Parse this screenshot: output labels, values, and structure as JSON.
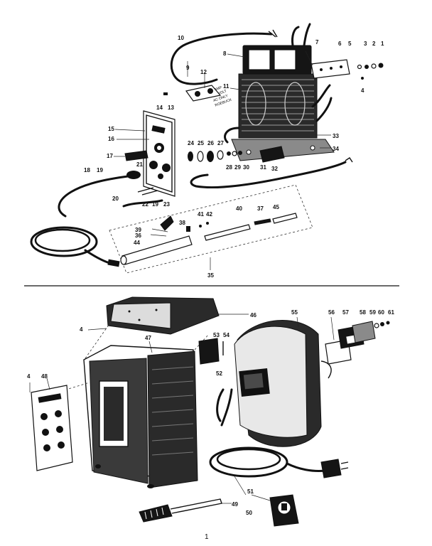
{
  "page_number": "1",
  "colors": {
    "ink": "#111111",
    "paper": "#ffffff"
  },
  "upper_assembly": {
    "part_labels": [
      "1",
      "2",
      "3",
      "4",
      "5",
      "6",
      "7",
      "8",
      "9",
      "10",
      "11",
      "12",
      "13",
      "14",
      "15",
      "16",
      "17",
      "18",
      "19",
      "20",
      "21",
      "22",
      "23",
      "24",
      "25",
      "26",
      "27",
      "28",
      "29",
      "30",
      "31",
      "32",
      "33",
      "34",
      "35",
      "36",
      "37",
      "38",
      "39",
      "40",
      "41",
      "42",
      "44",
      "45"
    ],
    "transformer_decal": [
      "50 AMP",
      "110 VOLT",
      "AC ONLY",
      "ROEBUCK"
    ]
  },
  "lower_assembly": {
    "part_labels": [
      "4",
      "46",
      "47",
      "48",
      "49",
      "50",
      "51",
      "52",
      "53",
      "54",
      "55",
      "56",
      "57",
      "58",
      "59",
      "60",
      "61"
    ]
  }
}
